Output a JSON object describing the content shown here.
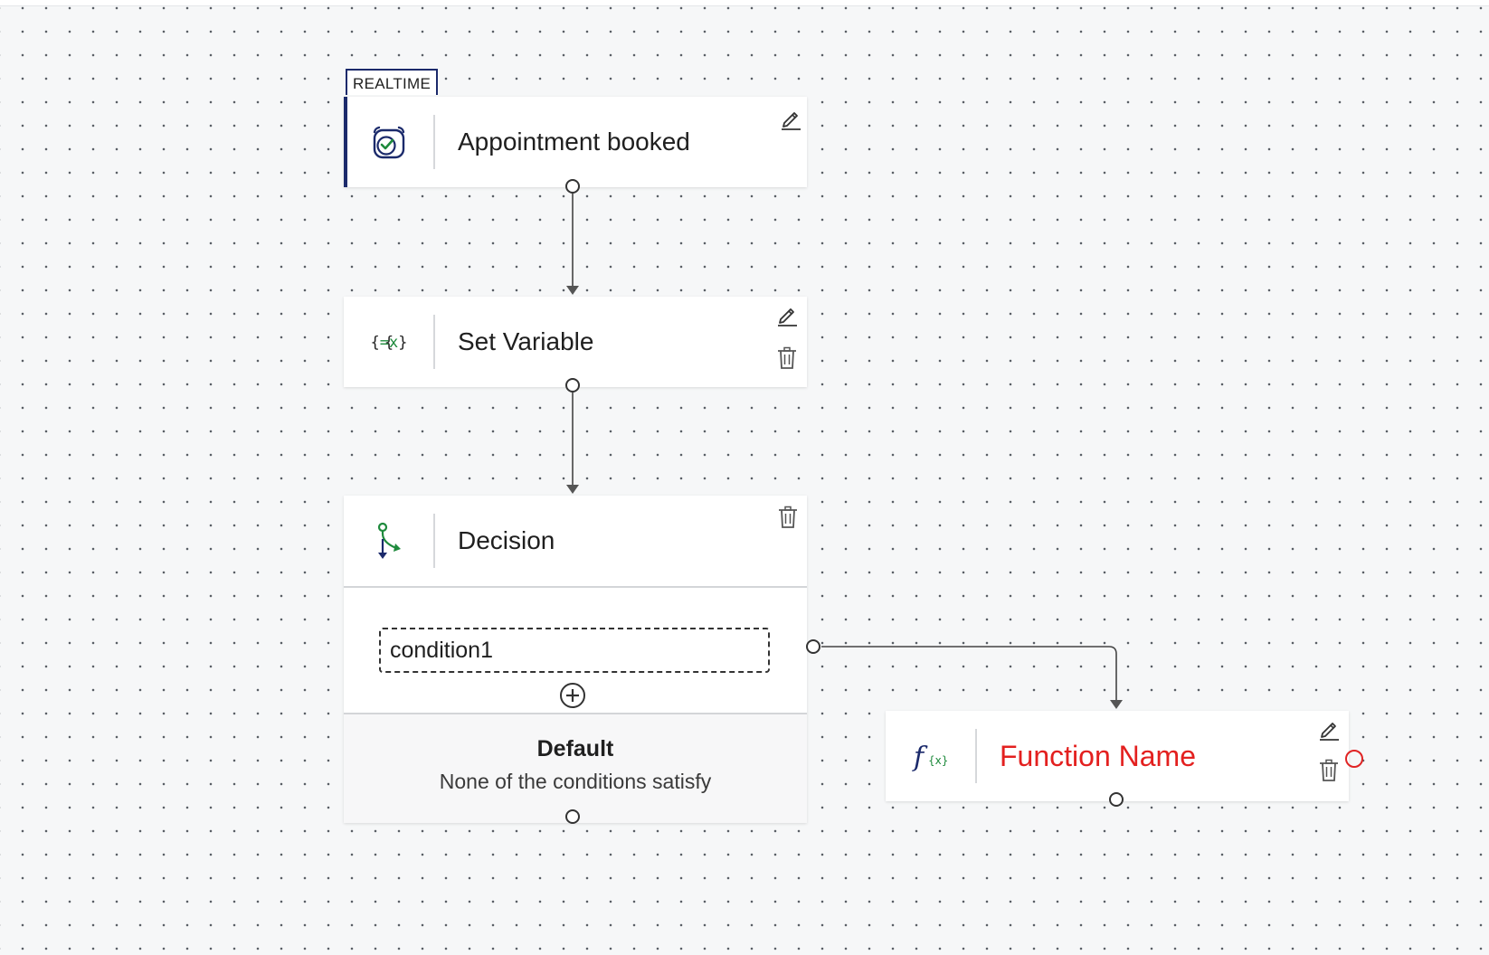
{
  "canvas": {
    "dot_color": "#5a5f66",
    "background_color": "#f6f7f8"
  },
  "trigger": {
    "tag": "REALTIME",
    "title": "Appointment booked",
    "icon": "calendar-check-icon",
    "accent_color": "#1b2a6b",
    "actions": [
      "edit-icon"
    ]
  },
  "set_variable": {
    "title": "Set Variable",
    "icon_text": "{=x}",
    "actions": [
      "edit-icon",
      "trash-icon"
    ]
  },
  "decision": {
    "title": "Decision",
    "icon": "branch-icon",
    "actions": [
      "trash-icon"
    ],
    "conditions": [
      {
        "label": "condition1"
      }
    ],
    "default_title": "Default",
    "default_subtitle": "None of the conditions satisfy"
  },
  "function_node": {
    "title": "Function Name",
    "icon": "function-icon",
    "title_color": "#e3201f",
    "error_port_color": "#e02424",
    "actions": [
      "edit-icon",
      "trash-icon"
    ]
  }
}
